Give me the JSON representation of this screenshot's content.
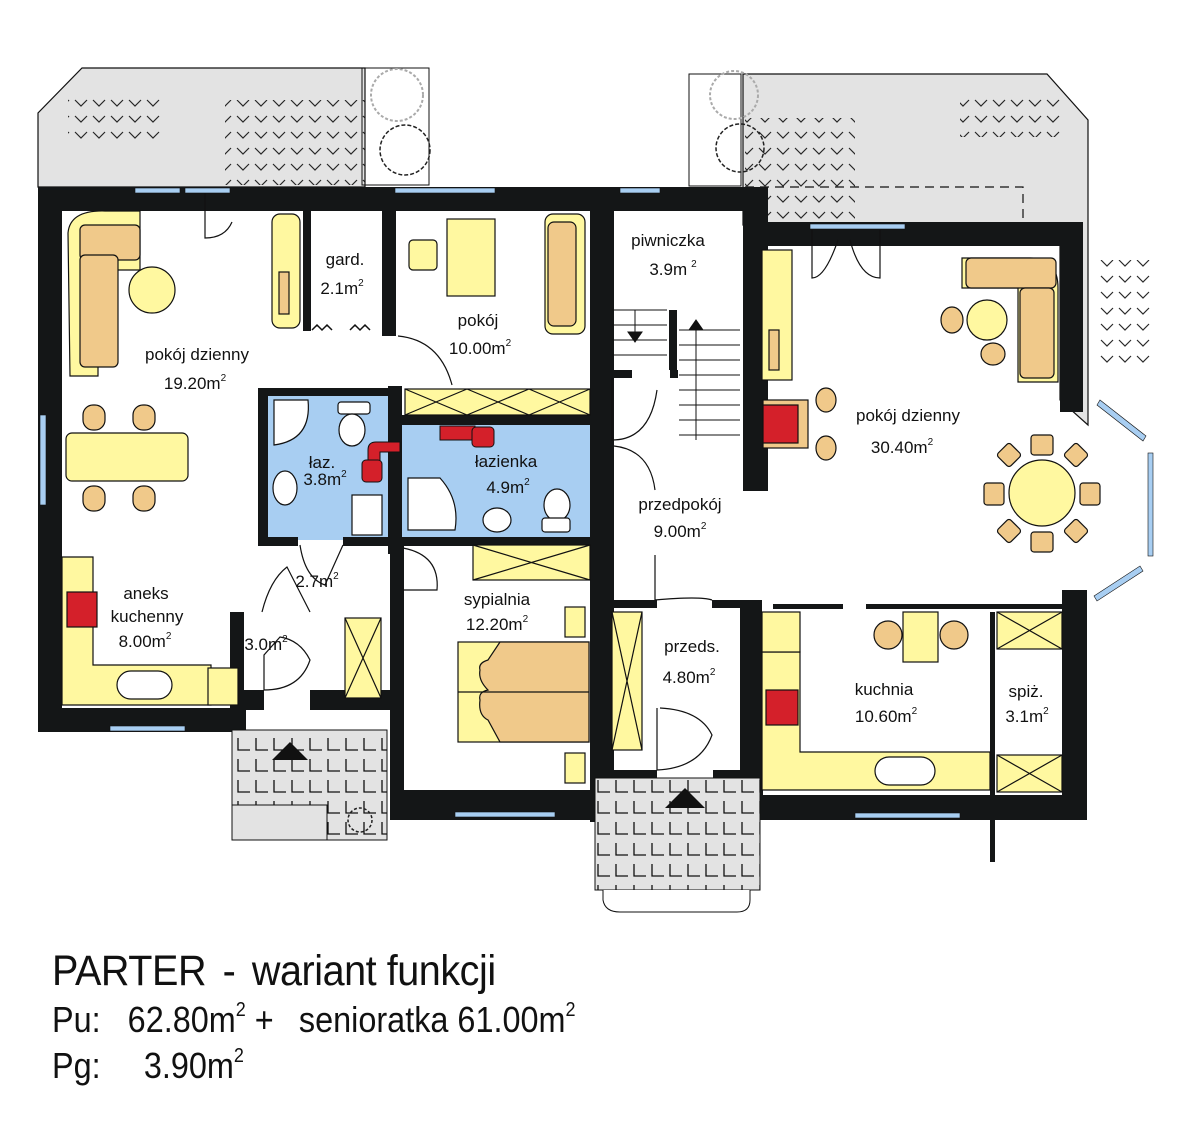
{
  "title": {
    "floor": "PARTER",
    "separator": "-",
    "variant": "wariant funkcji"
  },
  "summary": {
    "pu_label": "Pu:",
    "pu_value": "62.80m",
    "plus": "+",
    "senior_label": "senioratka",
    "senior_value": "61.00m",
    "pg_label": "Pg:",
    "pg_value": "3.90m",
    "sup": "2"
  },
  "rooms": {
    "living_left": {
      "name": "pokój dzienny",
      "area": "19.20m"
    },
    "wardrobe": {
      "name": "gard.",
      "area": "2.1m"
    },
    "room": {
      "name": "pokój",
      "area": "10.00m"
    },
    "cellar": {
      "name": "piwniczka",
      "area": "3.9m"
    },
    "living_right": {
      "name": "pokój dzienny",
      "area": "30.40m"
    },
    "bath_small": {
      "name": "łaz.",
      "area": "3.8m"
    },
    "bathroom": {
      "name": "łazienka",
      "area": "4.9m"
    },
    "hall": {
      "name": "przedpokój",
      "area": "9.00m"
    },
    "kitchenette": {
      "name1": "aneks",
      "name2": "kuchenny",
      "area": "8.00m"
    },
    "corridor": {
      "area": "2.7m"
    },
    "vestibule_left": {
      "area": "3.0m"
    },
    "bedroom": {
      "name": "sypialnia",
      "area": "12.20m"
    },
    "vestibule_right": {
      "name": "przeds.",
      "area": "4.80m"
    },
    "kitchen": {
      "name": "kuchnia",
      "area": "10.60m"
    },
    "pantry": {
      "name": "spiż.",
      "area": "3.1m"
    },
    "sup": "2"
  },
  "colors": {
    "wall": "#141617",
    "terrace": "#e3e3e3",
    "furniture": "#fff8a0",
    "upholstery": "#f0c98a",
    "bath_floor": "#a8cef2",
    "window": "#a8cef2",
    "stove": "#d4202a"
  }
}
